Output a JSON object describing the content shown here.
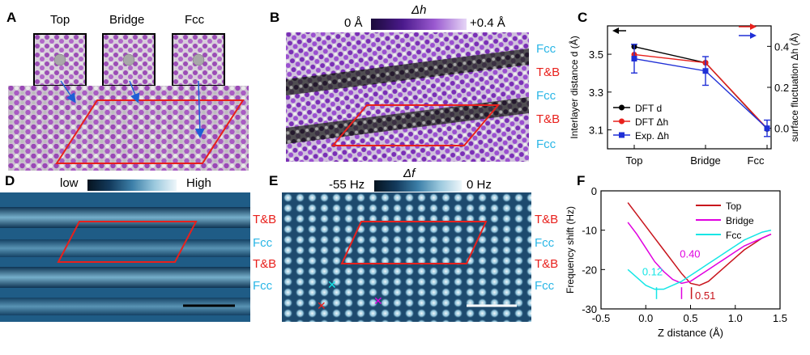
{
  "panels": {
    "A": {
      "label": "A",
      "insets": [
        "Top",
        "Bridge",
        "Fcc"
      ]
    },
    "B": {
      "label": "B",
      "colorbar": {
        "symbol": "Δh",
        "min": "0 Å",
        "max": "+0.4 Å"
      },
      "rows": [
        "Fcc",
        "T&B",
        "Fcc",
        "T&B",
        "Fcc"
      ]
    },
    "C": {
      "label": "C"
    },
    "D": {
      "label": "D",
      "colorbar": {
        "min": "low",
        "max": "High"
      },
      "rows": [
        "T&B",
        "Fcc",
        "T&B",
        "Fcc"
      ]
    },
    "E": {
      "label": "E",
      "colorbar": {
        "symbol": "Δf",
        "min": "-55 Hz",
        "max": "0 Hz"
      },
      "rows": [
        "T&B",
        "Fcc",
        "T&B",
        "Fcc"
      ]
    },
    "F": {
      "label": "F"
    }
  },
  "colors": {
    "red": "#e8201c",
    "cyan": "#2ab6e6",
    "blue": "#1f2fd6",
    "black": "#000000",
    "magenta": "#e000e0",
    "teal": "#15e6e6",
    "darkred": "#c8141c"
  },
  "chart_data": [
    {
      "type": "line",
      "categories": [
        "Top",
        "Bridge",
        "Fcc"
      ],
      "ylabel": "Interlayer distance d (Å)",
      "y2label": "surface fluctuation Δh (Å)",
      "ylim": [
        3.0,
        3.65
      ],
      "yticks": [
        "3.1",
        "3.3",
        "3.5"
      ],
      "y2lim": [
        -0.1,
        0.5
      ],
      "y2ticks": [
        "0.0",
        "0.2",
        "0.4"
      ],
      "legend_position": "bottom-left",
      "series": [
        {
          "name": "DFT d",
          "axis": "left",
          "color": "#000000",
          "marker": "circle",
          "values": [
            3.54,
            3.455,
            3.105
          ]
        },
        {
          "name": "DFT Δh",
          "axis": "right",
          "color": "#e8201c",
          "marker": "circle",
          "values": [
            0.36,
            0.32,
            0.0
          ]
        },
        {
          "name": "Exp. Δh",
          "axis": "right",
          "color": "#1f2fd6",
          "marker": "square",
          "values": [
            0.34,
            0.28,
            0.0
          ],
          "error": [
            0.07,
            0.07,
            0.04
          ]
        }
      ]
    },
    {
      "type": "line",
      "xlabel": "Z distance (Å)",
      "ylabel": "Frequency shift (Hz)",
      "xlim": [
        -0.5,
        1.5
      ],
      "xticks": [
        "-0.5",
        "0.0",
        "0.5",
        "1.0",
        "1.5"
      ],
      "ylim": [
        -30,
        0
      ],
      "yticks": [
        "-30",
        "-20",
        "-10",
        "0"
      ],
      "legend_position": "top-right",
      "series": [
        {
          "name": "Top",
          "color": "#c8141c",
          "x": [
            -0.2,
            -0.1,
            0.0,
            0.1,
            0.2,
            0.3,
            0.4,
            0.5,
            0.6,
            0.7,
            0.8,
            0.9,
            1.0,
            1.1,
            1.2,
            1.3,
            1.4
          ],
          "y": [
            -3,
            -6,
            -9,
            -12,
            -15,
            -18,
            -21,
            -23.5,
            -24,
            -23,
            -21,
            -19,
            -17,
            -15,
            -13.5,
            -12,
            -11
          ]
        },
        {
          "name": "Bridge",
          "color": "#e000e0",
          "x": [
            -0.2,
            -0.1,
            0.0,
            0.1,
            0.2,
            0.3,
            0.4,
            0.5,
            0.6,
            0.7,
            0.8,
            0.9,
            1.0,
            1.1,
            1.2,
            1.3,
            1.4
          ],
          "y": [
            -8,
            -11,
            -14.5,
            -18,
            -20.5,
            -22.5,
            -23.5,
            -23,
            -21.5,
            -20,
            -18.5,
            -17,
            -15.5,
            -14,
            -13,
            -12,
            -11
          ]
        },
        {
          "name": "Fcc",
          "color": "#15e6e6",
          "x": [
            -0.2,
            -0.1,
            0.0,
            0.1,
            0.2,
            0.3,
            0.4,
            0.5,
            0.6,
            0.7,
            0.8,
            0.9,
            1.0,
            1.1,
            1.2,
            1.3,
            1.4
          ],
          "y": [
            -20,
            -22,
            -24,
            -25,
            -25,
            -24,
            -23,
            -21.5,
            -20,
            -18.5,
            -17,
            -15.5,
            -14,
            -12.5,
            -11.5,
            -10.5,
            -10
          ]
        }
      ],
      "annotations": [
        {
          "text": "0.12",
          "color": "#15e6e6",
          "x": 0.12
        },
        {
          "text": "0.40",
          "color": "#e000e0",
          "x": 0.4
        },
        {
          "text": "0.51",
          "color": "#c8141c",
          "x": 0.51
        }
      ]
    }
  ]
}
